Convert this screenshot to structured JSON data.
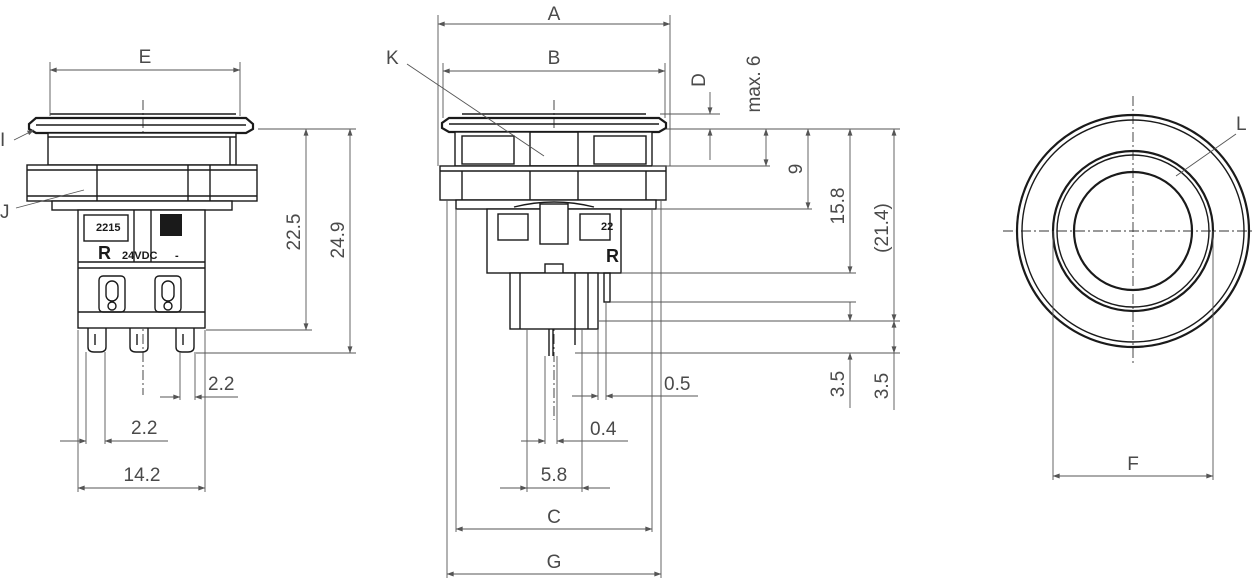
{
  "colors": {
    "outline": "#1a1a1a",
    "dimension": "#555555",
    "text": "#4a4a4a",
    "background": "#ffffff"
  },
  "side_view_left": {
    "letters": {
      "E": "E",
      "I": "I",
      "J": "J"
    },
    "body_marks": {
      "code": "2215",
      "relay_letter": "R",
      "voltage": "24VDC",
      "dash": "-"
    },
    "dimensions": {
      "height_a": "22.5",
      "height_b": "24.9",
      "pin_gap": "2.2",
      "pin_offset": "2.2",
      "base_width": "14.2"
    }
  },
  "side_view_middle": {
    "letters": {
      "A": "A",
      "B": "B",
      "C": "C",
      "D": "D",
      "G": "G",
      "K": "K"
    },
    "body_marks": {
      "code": "22",
      "relay_letter": "R"
    },
    "dimensions": {
      "max_height": "max. 6",
      "depth_9": "9",
      "depth_15_8": "15.8",
      "depth_21_4": "(21.4)",
      "pin_len_a": "3.5",
      "pin_len_b": "3.5",
      "thick_0_5": "0.5",
      "thick_0_4": "0.4",
      "pitch": "5.8"
    }
  },
  "front_view": {
    "letters": {
      "F": "F",
      "L": "L"
    }
  }
}
